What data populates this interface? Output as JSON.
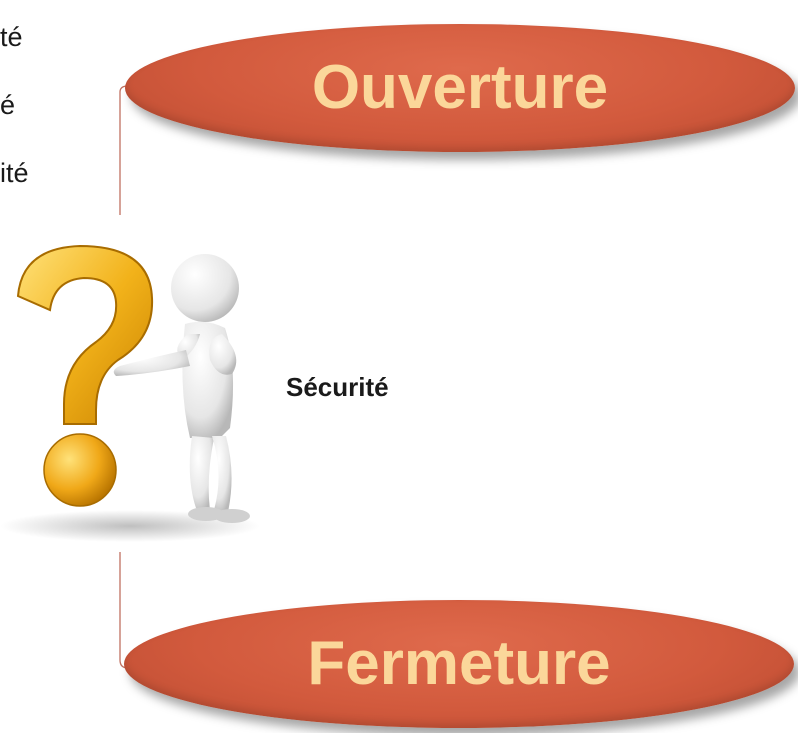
{
  "left_cut_lines": [
    "té",
    "é",
    "ité"
  ],
  "top_node": {
    "label": "Ouverture"
  },
  "center": {
    "label": "Sécurité"
  },
  "bottom_node": {
    "label": "Fermeture"
  },
  "colors": {
    "node_fill": "#d25a3d",
    "node_text": "#fbd79a",
    "connector": "#c07060",
    "question_mark": "#f2b21a"
  },
  "icons": [
    "question-mark-icon",
    "thinking-person-icon"
  ]
}
